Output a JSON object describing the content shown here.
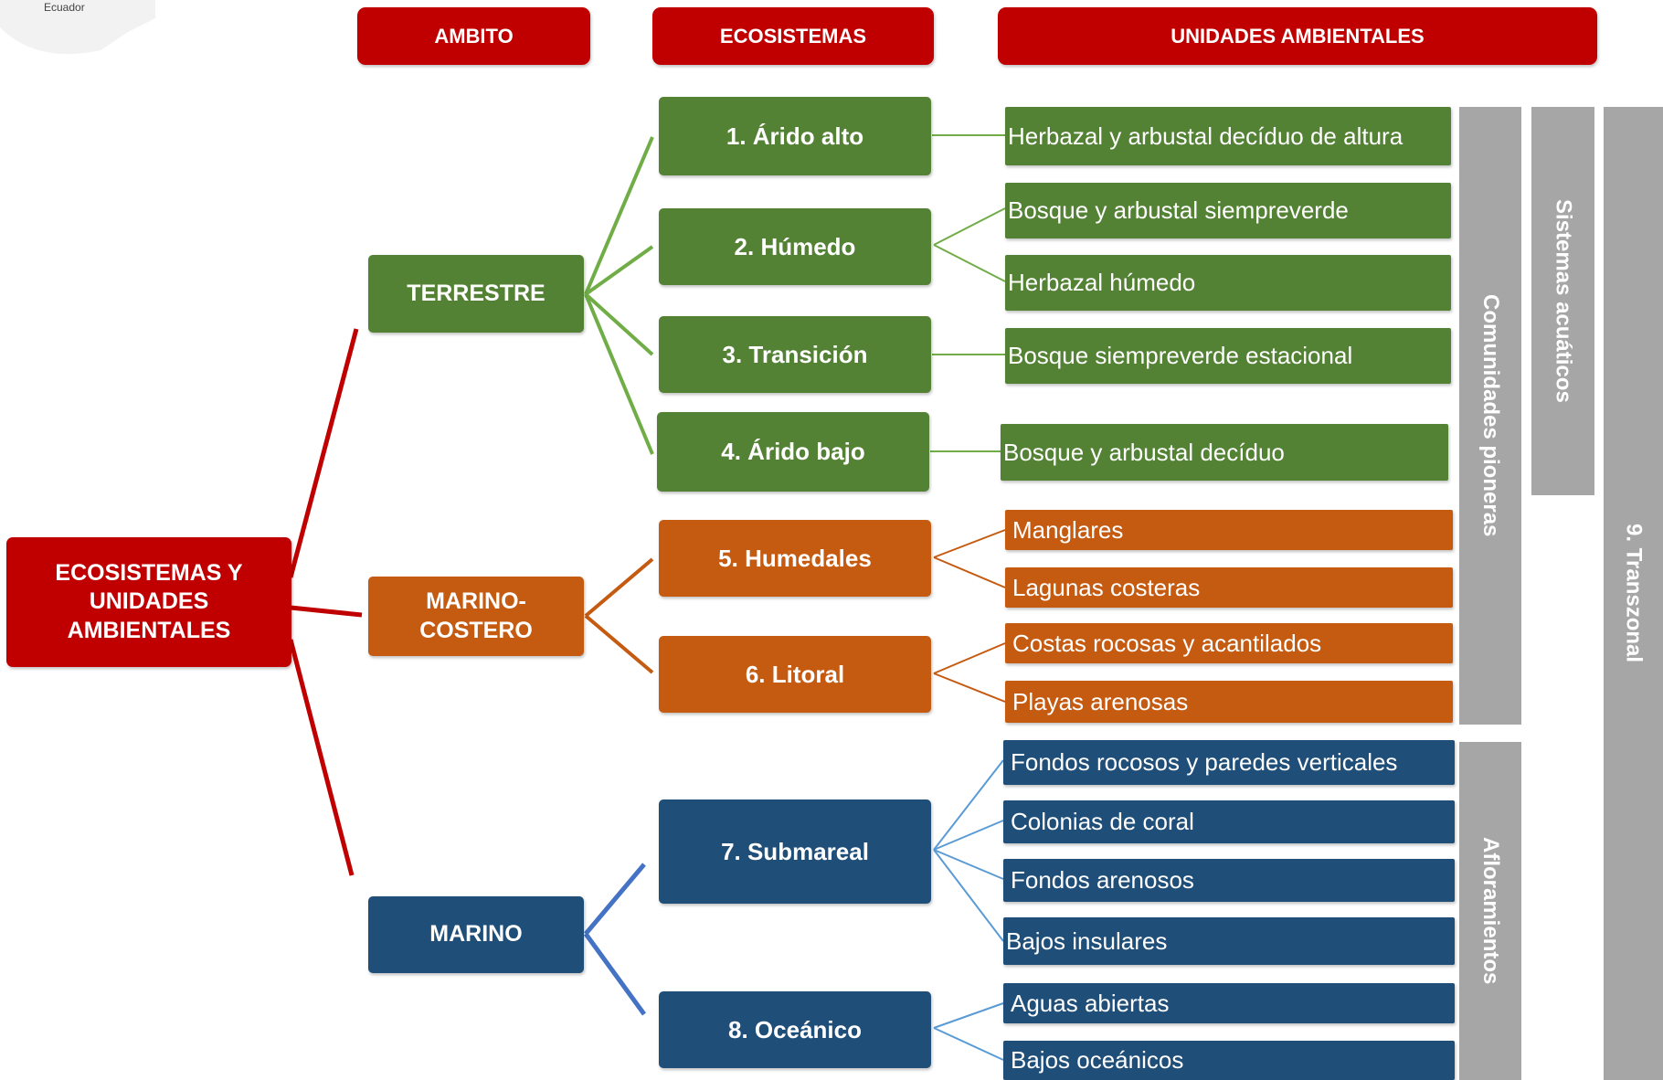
{
  "logo": {
    "text": "Ecuador"
  },
  "headers": {
    "ambito": "AMBITO",
    "ecosistemas": "ECOSISTEMAS",
    "unidades": "UNIDADES AMBIENTALES"
  },
  "root": {
    "line1": "ECOSISTEMAS Y",
    "line2": "UNIDADES",
    "line3": "AMBIENTALES"
  },
  "ambitos": {
    "terrestre": "TERRESTRE",
    "marino_costero_1": "MARINO-",
    "marino_costero_2": "COSTERO",
    "marino": "MARINO"
  },
  "ecosistemas": {
    "e1": "1. Árido alto",
    "e2": "2. Húmedo",
    "e3": "3. Transición",
    "e4": "4. Árido bajo",
    "e5": "5. Humedales",
    "e6": "6. Litoral",
    "e7": "7. Submareal",
    "e8": "8. Oceánico"
  },
  "unidades": {
    "u1": "Herbazal y arbustal decíduo de altura",
    "u2": "Bosque y arbustal siempreverde",
    "u3": "Herbazal húmedo",
    "u4": "Bosque siempreverde estacional",
    "u5": "Bosque y arbustal decíduo",
    "u6": "Manglares",
    "u7": "Lagunas costeras",
    "u8": "Costas rocosas y acantilados",
    "u9": "Playas arenosas",
    "u10": "Fondos rocosos y paredes verticales",
    "u11": "Colonias de coral",
    "u12": "Fondos arenosos",
    "u13": "Bajos insulares",
    "u14": "Aguas abiertas",
    "u15": "Bajos oceánicos"
  },
  "side_labels": {
    "comunidades": "Comunidades pioneras",
    "acuaticos": "Sistemas acuáticos",
    "afloramientos": "Afloramientos",
    "transzonal": "9. Transzonal"
  },
  "colors": {
    "header_red": "#c00000",
    "terrestre_green": "#548235",
    "marino_costero_orange": "#c55a11",
    "marino_blue": "#1f4e79",
    "side_gray": "#a6a6a6"
  }
}
